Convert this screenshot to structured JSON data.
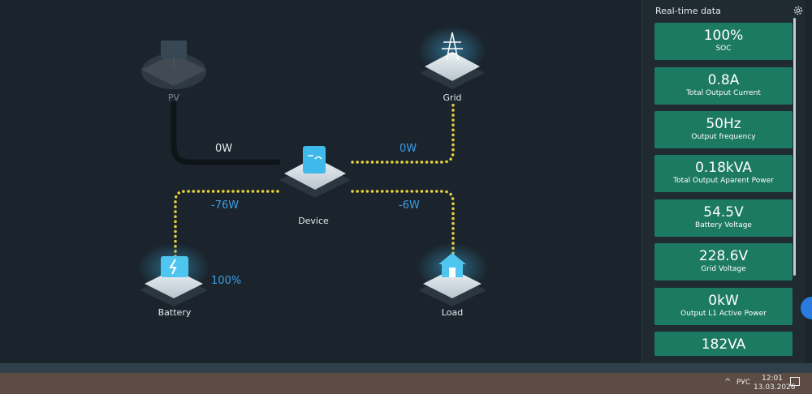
{
  "panel": {
    "title": "Real-time data",
    "cards": [
      {
        "value": "100%",
        "label": "SOC"
      },
      {
        "value": "0.8A",
        "label": "Total Output Current"
      },
      {
        "value": "50Hz",
        "label": "Output frequency"
      },
      {
        "value": "0.18kVA",
        "label": "Total Output Aparent Power"
      },
      {
        "value": "54.5V",
        "label": "Battery Voltage"
      },
      {
        "value": "228.6V",
        "label": "Grid Voltage"
      },
      {
        "value": "0kW",
        "label": "Output L1 Active Power"
      },
      {
        "value": "182VA",
        "label": ""
      }
    ]
  },
  "diagram": {
    "pv_label": "PV",
    "grid_label": "Grid",
    "device_label": "Device",
    "battery_label": "Battery",
    "load_label": "Load",
    "pv_power": "0W",
    "grid_power": "0W",
    "battery_power": "-76W",
    "load_power": "-6W",
    "battery_soc": "100%"
  },
  "taskbar": {
    "language": "РУС",
    "time": "12:01",
    "date": "13.03.2026"
  },
  "colors": {
    "accent_green": "#1d7a62",
    "flow_dot": "#e8d23a",
    "value_blue": "#3c9fe6",
    "icon_cyan": "#5ad4f5"
  }
}
